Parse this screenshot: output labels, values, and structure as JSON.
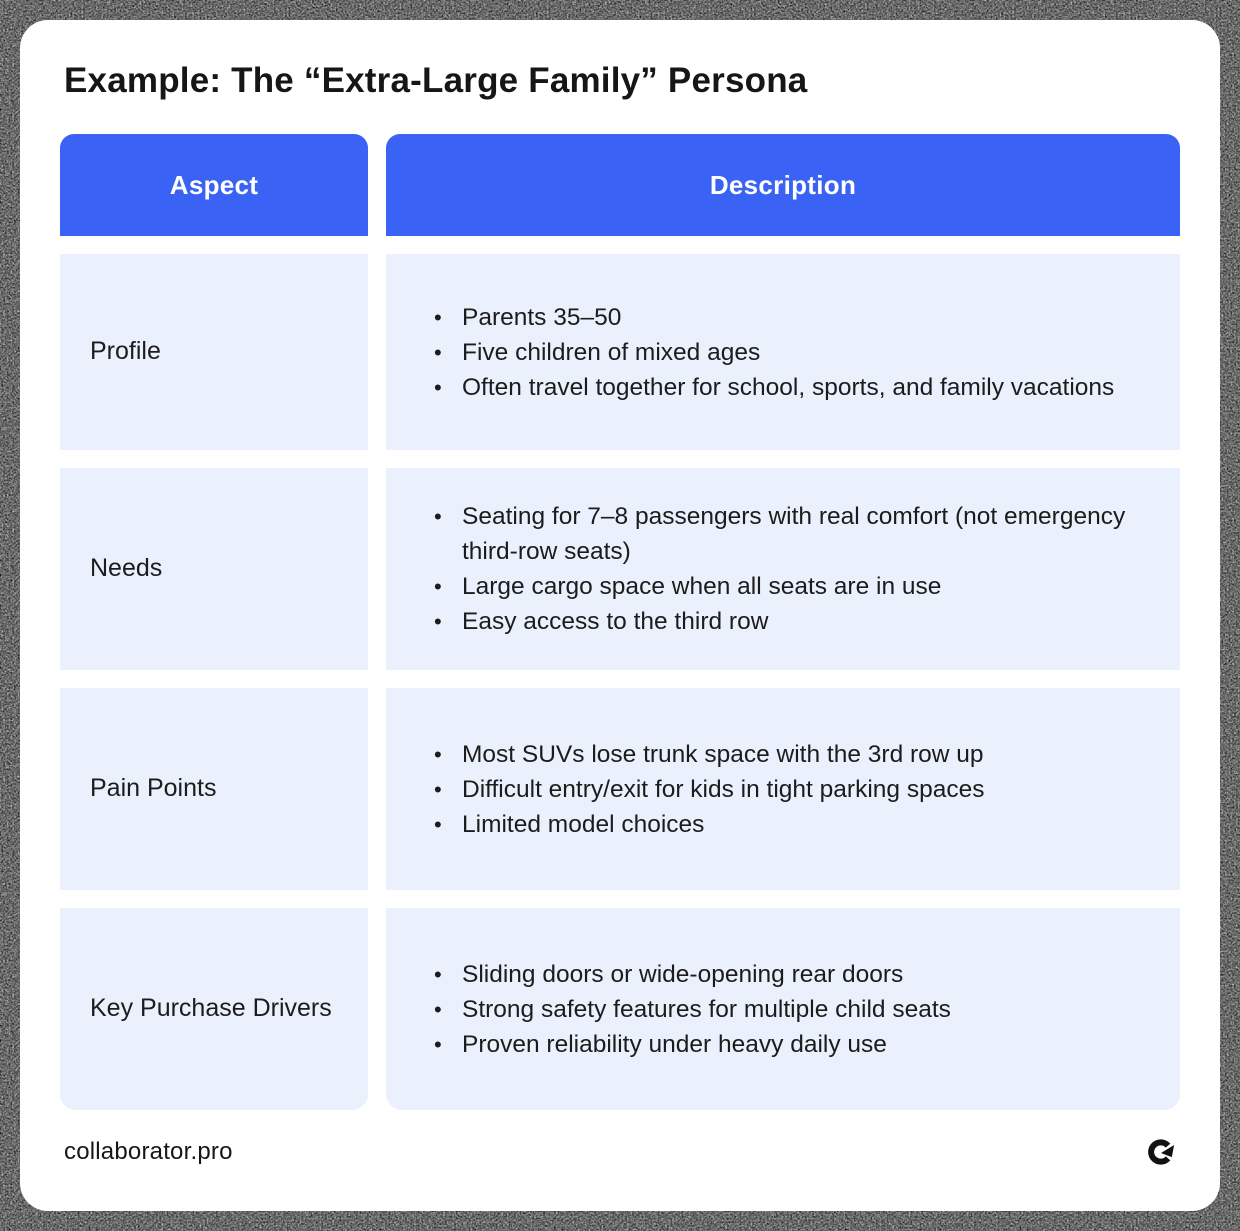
{
  "header": {
    "title": "Example: The “Extra-Large Family” Persona"
  },
  "table": {
    "bullet_glyph": "•",
    "headers": [
      "Aspect",
      "Description"
    ],
    "rows": [
      {
        "aspect": "Profile",
        "bullets": [
          "Parents 35–50",
          "Five children of mixed ages",
          "Often travel together for school, sports, and family vacations"
        ]
      },
      {
        "aspect": "Needs",
        "bullets": [
          "Seating for 7–8 passengers with real comfort (not emergency third-row seats)",
          "Large cargo space when all seats are in use",
          "Easy access to the third row"
        ]
      },
      {
        "aspect": "Pain Points",
        "bullets": [
          "Most SUVs lose trunk space with the 3rd row up",
          "Difficult entry/exit for kids in tight parking spaces",
          "Limited model choices"
        ]
      },
      {
        "aspect": "Key Purchase Drivers",
        "bullets": [
          "Sliding doors or wide-opening rear doors",
          "Strong safety features for multiple child seats",
          "Proven reliability under heavy daily use"
        ]
      }
    ]
  },
  "footer": {
    "site": "collaborator.pro"
  },
  "colors": {
    "accent_blue": "#3A62F4",
    "row_bg": "#EAF0FC",
    "text": "#1c1c1c",
    "border": "#050505"
  }
}
